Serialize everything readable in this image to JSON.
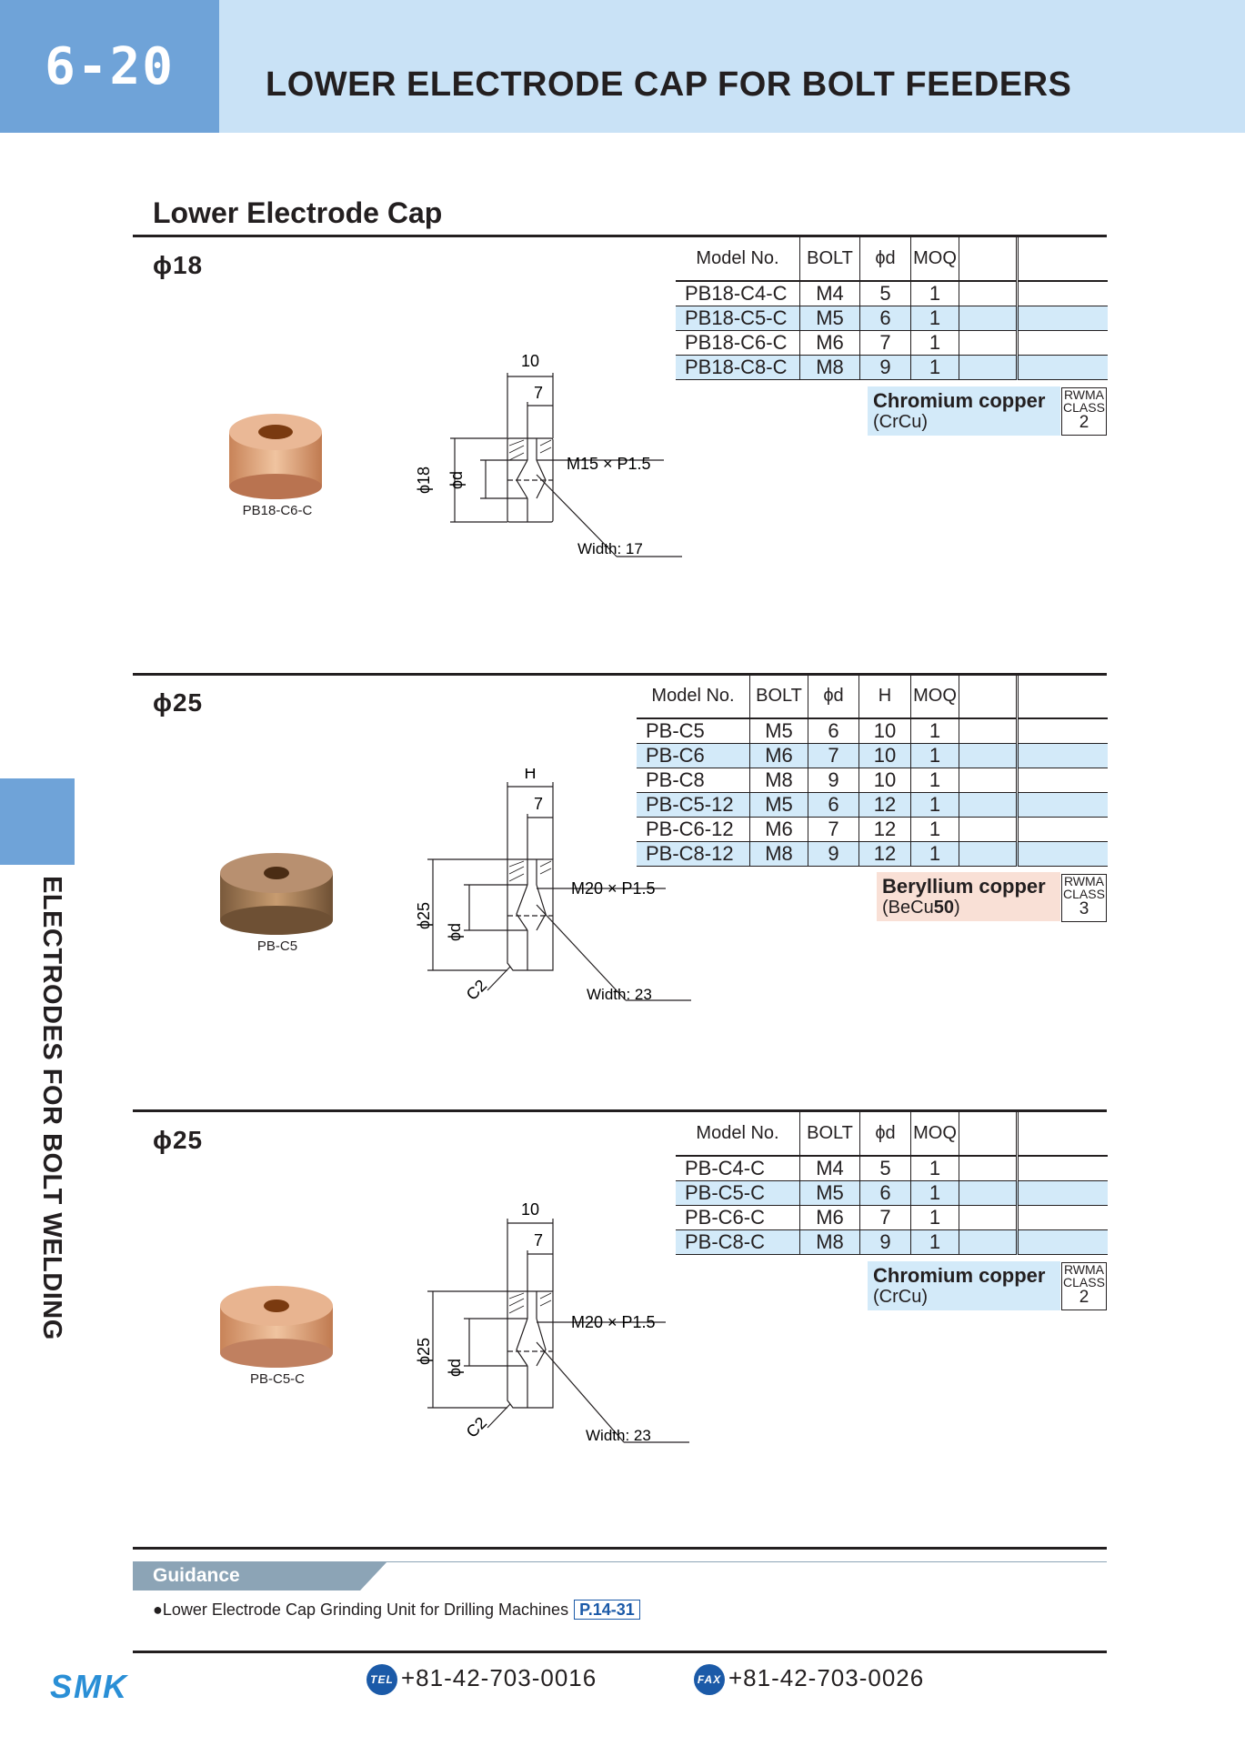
{
  "header": {
    "page_num": "6-20",
    "title": "LOWER ELECTRODE CAP  FOR BOLT FEEDERS"
  },
  "side_label": "ELECTRODES FOR BOLT WELDING",
  "section_title": "Lower Electrode Cap",
  "sections": [
    {
      "phi": "ϕ18",
      "headers": [
        "Model No.",
        "BOLT",
        "ϕd",
        "MOQ"
      ],
      "rows": [
        [
          "PB18-C4-C",
          "M4",
          "5",
          "1"
        ],
        [
          "PB18-C5-C",
          "M5",
          "6",
          "1"
        ],
        [
          "PB18-C6-C",
          "M6",
          "7",
          "1"
        ],
        [
          "PB18-C8-C",
          "M8",
          "9",
          "1"
        ]
      ],
      "material_name": "Chromium copper",
      "material_sub": "(CrCu)",
      "rwma_label": "RWMA CLASS",
      "rwma_class": "2",
      "photo_caption": "PB18-C6-C",
      "drawing": {
        "dim_top": "10",
        "dim_inner": "7",
        "thread": "M15 × P1.5",
        "dia": "ϕ18",
        "bore": "ϕd",
        "width": "Width: 17"
      }
    },
    {
      "phi": "ϕ25",
      "headers": [
        "Model No.",
        "BOLT",
        "ϕd",
        "H",
        "MOQ"
      ],
      "rows": [
        [
          "PB-C5",
          "M5",
          "6",
          "10",
          "1"
        ],
        [
          "PB-C6",
          "M6",
          "7",
          "10",
          "1"
        ],
        [
          "PB-C8",
          "M8",
          "9",
          "10",
          "1"
        ],
        [
          "PB-C5-12",
          "M5",
          "6",
          "12",
          "1"
        ],
        [
          "PB-C6-12",
          "M6",
          "7",
          "12",
          "1"
        ],
        [
          "PB-C8-12",
          "M8",
          "9",
          "12",
          "1"
        ]
      ],
      "material_name": "Beryllium copper",
      "material_sub_pre": "(BeCu",
      "material_sub_bold": "50",
      "material_sub_post": ")",
      "rwma_label": "RWMA CLASS",
      "rwma_class": "3",
      "photo_caption": "PB-C5",
      "drawing": {
        "dim_top": "H",
        "dim_inner": "7",
        "thread": "M20 × P1.5",
        "dia": "ϕ25",
        "bore": "ϕd",
        "chamfer": "C2",
        "width": "Width: 23"
      }
    },
    {
      "phi": "ϕ25",
      "headers": [
        "Model No.",
        "BOLT",
        "ϕd",
        "MOQ"
      ],
      "rows": [
        [
          "PB-C4-C",
          "M4",
          "5",
          "1"
        ],
        [
          "PB-C5-C",
          "M5",
          "6",
          "1"
        ],
        [
          "PB-C6-C",
          "M6",
          "7",
          "1"
        ],
        [
          "PB-C8-C",
          "M8",
          "9",
          "1"
        ]
      ],
      "material_name": "Chromium copper",
      "material_sub": "(CrCu)",
      "rwma_label": "RWMA CLASS",
      "rwma_class": "2",
      "photo_caption": "PB-C5-C",
      "drawing": {
        "dim_top": "10",
        "dim_inner": "7",
        "thread": "M20 × P1.5",
        "dia": "ϕ25",
        "bore": "ϕd",
        "chamfer": "C2",
        "width": "Width: 23"
      }
    }
  ],
  "guidance": {
    "title": "Guidance",
    "text": "Lower Electrode Cap Grinding Unit for Drilling Machines",
    "page_ref": "P.14-31"
  },
  "footer": {
    "logo": "SMK",
    "tel_label": "TEL",
    "tel": "+81-42-703-0016",
    "fax_label": "FAX",
    "fax": "+81-42-703-0026"
  },
  "colors": {
    "header_bg": "#c9e2f6",
    "header_accent": "#6fa3d8",
    "row_stripe": "#d3eaf9",
    "crcu_bg": "#d3eaf9",
    "becu_bg": "#f9e0d6",
    "guidance_bg": "#8ca4b6",
    "link": "#1b5aa8"
  }
}
